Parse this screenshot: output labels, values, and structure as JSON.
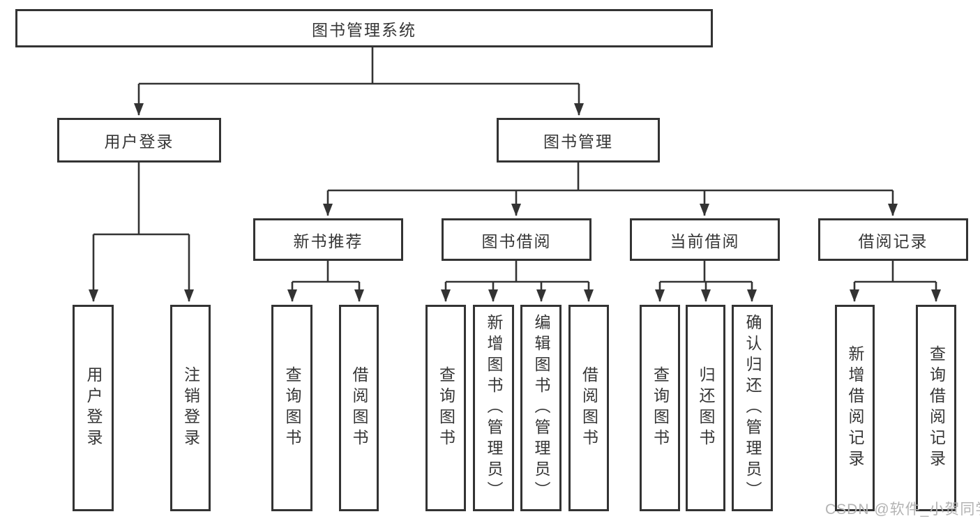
{
  "diagram_title": "图书管理系统",
  "watermark": "CSDN @软件_小贺同学",
  "colors": {
    "line": "#333333",
    "box_border": "#333333",
    "text": "#363636",
    "watermark": "#b3b3b3",
    "background": "#ffffff"
  },
  "root": {
    "label": "图书管理系统"
  },
  "level2": [
    {
      "label": "用户登录"
    },
    {
      "label": "图书管理"
    }
  ],
  "level3": [
    {
      "label": "新书推荐",
      "parent": "图书管理"
    },
    {
      "label": "图书借阅",
      "parent": "图书管理"
    },
    {
      "label": "当前借阅",
      "parent": "图书管理"
    },
    {
      "label": "借阅记录",
      "parent": "图书管理"
    }
  ],
  "leaves": [
    {
      "label": "用户登录",
      "parent": "用户登录"
    },
    {
      "label": "注销登录",
      "parent": "用户登录"
    },
    {
      "label": "查询图书",
      "parent": "新书推荐"
    },
    {
      "label": "借阅图书",
      "parent": "新书推荐"
    },
    {
      "label": "查询图书",
      "parent": "图书借阅"
    },
    {
      "label": "新增图书（管理员）",
      "parent": "图书借阅"
    },
    {
      "label": "编辑图书（管理员）",
      "parent": "图书借阅"
    },
    {
      "label": "借阅图书",
      "parent": "图书借阅"
    },
    {
      "label": "查询图书",
      "parent": "当前借阅"
    },
    {
      "label": "归还图书",
      "parent": "当前借阅"
    },
    {
      "label": "确认归还（管理员）",
      "parent": "当前借阅"
    },
    {
      "label": "新增借阅记录",
      "parent": "借阅记录"
    },
    {
      "label": "查询借阅记录",
      "parent": "借阅记录"
    }
  ]
}
